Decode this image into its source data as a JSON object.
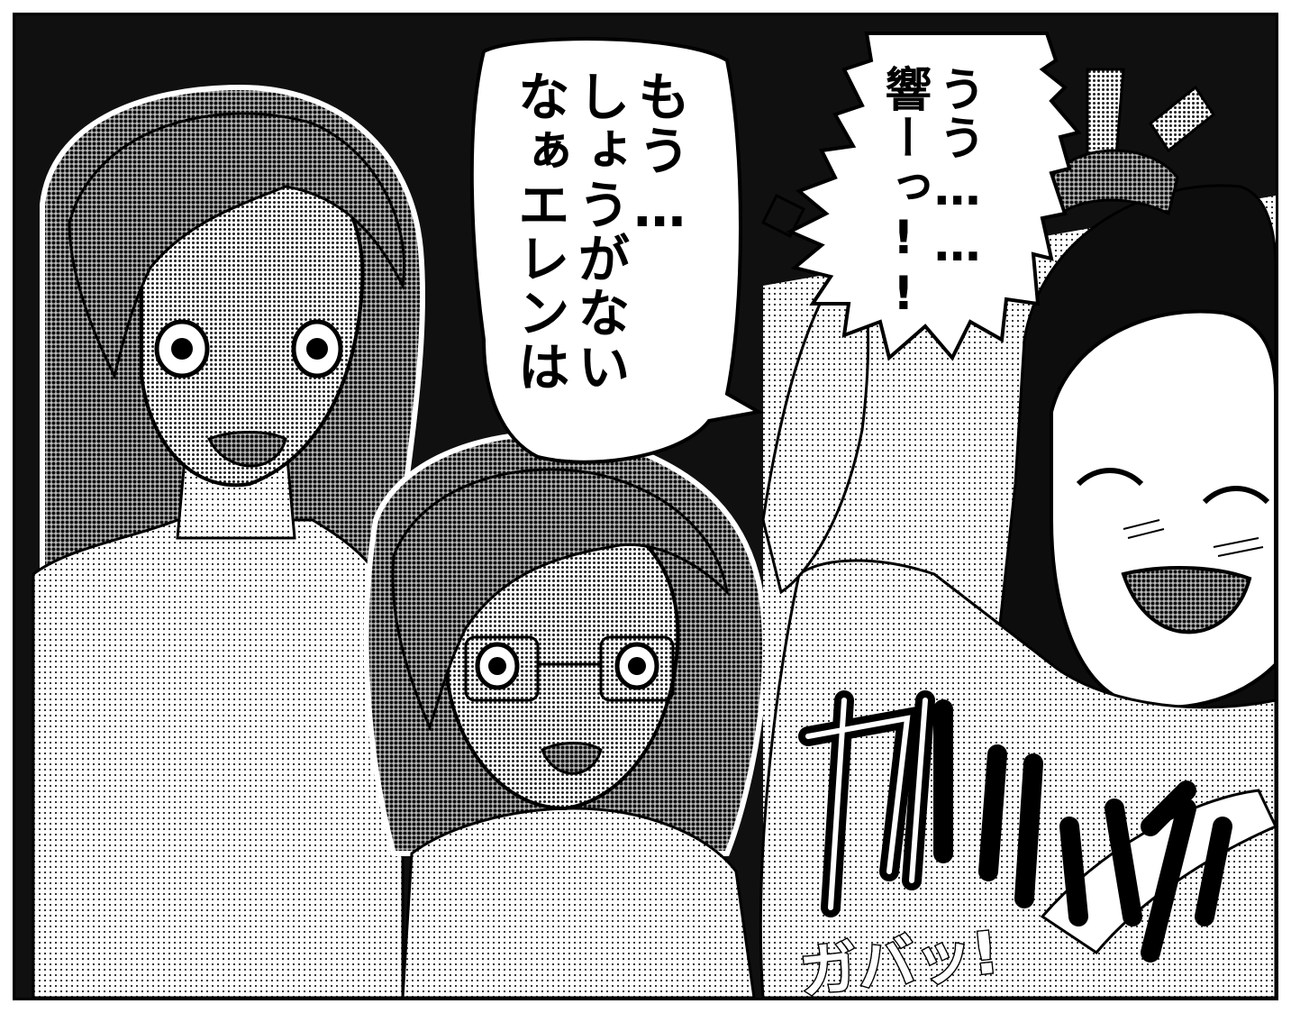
{
  "speech_bubbles": {
    "left": {
      "lines": [
        "もう…",
        "しょうがない",
        "なぁエレンは"
      ]
    },
    "right": {
      "lines": [
        "うう……",
        "響ーっ!!"
      ]
    }
  },
  "sound_effect": {
    "text": "ガバッ!"
  },
  "colors": {
    "background": "#101010",
    "paper": "#ffffff",
    "ink": "#000000",
    "screentone": "#7a7a7a"
  }
}
